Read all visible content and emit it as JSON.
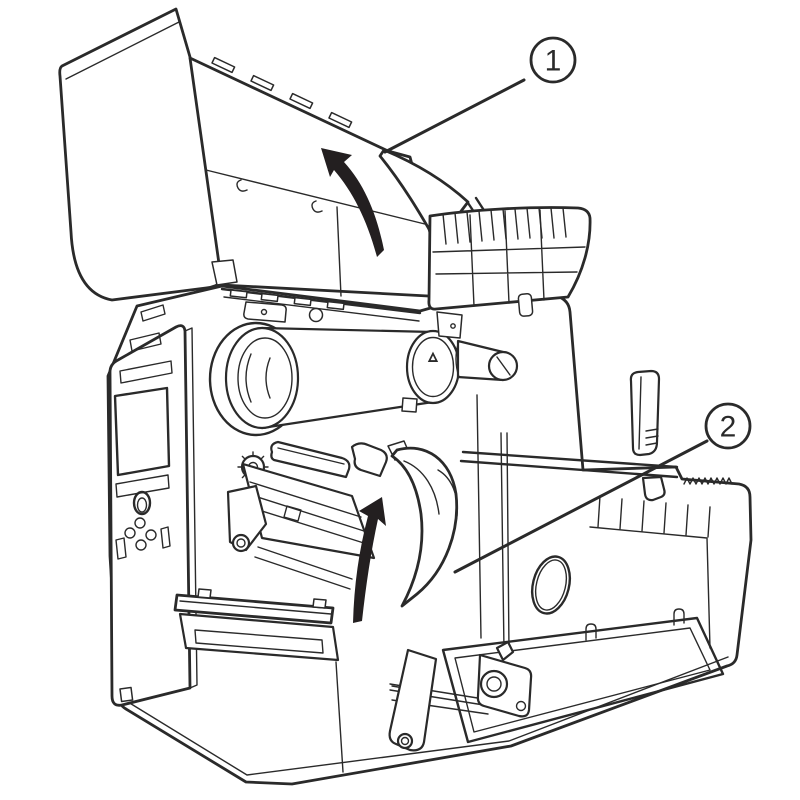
{
  "diagram": {
    "kind": "technical-line-illustration",
    "subject": "industrial-label-printer-with-media-cover-and-printhead-opened",
    "colors": {
      "background": "#ffffff",
      "line": "#2a2a2a",
      "arrow_fill": "#231f20"
    },
    "callouts": [
      {
        "label": "1",
        "refers_to": "media-cover-open"
      },
      {
        "label": "2",
        "refers_to": "printhead-assembly-open"
      }
    ],
    "marks": {
      "spindle_triangle": "△"
    }
  }
}
